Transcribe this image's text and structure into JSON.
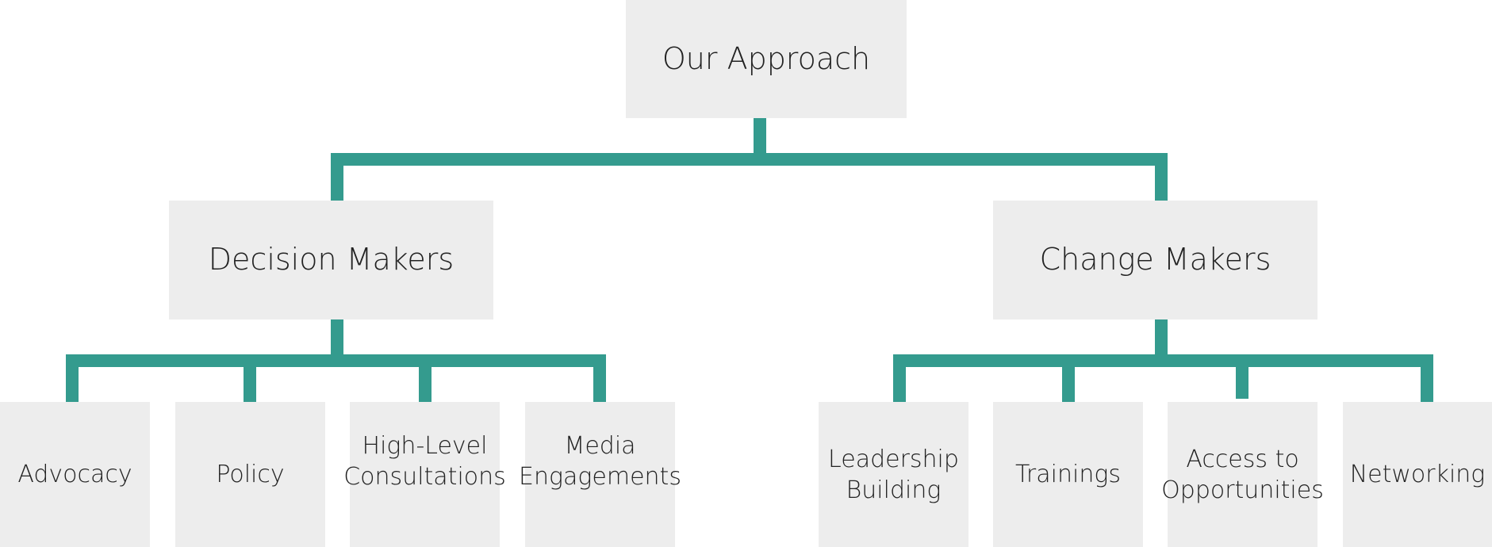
{
  "colors": {
    "connector": "#349b8e",
    "box_fill": "#ededed",
    "text": "#222222"
  },
  "root": {
    "label": "Our Approach"
  },
  "branches": [
    {
      "label": "Decision Makers",
      "children": [
        {
          "label": "Advocacy"
        },
        {
          "label": "Policy"
        },
        {
          "label": "High-Level\nConsultations"
        },
        {
          "label": "Media\nEngagements"
        }
      ]
    },
    {
      "label": "Change Makers",
      "children": [
        {
          "label": "Leadership\nBuilding"
        },
        {
          "label": "Trainings"
        },
        {
          "label": "Access to\nOpportunities"
        },
        {
          "label": "Networking"
        }
      ]
    }
  ]
}
